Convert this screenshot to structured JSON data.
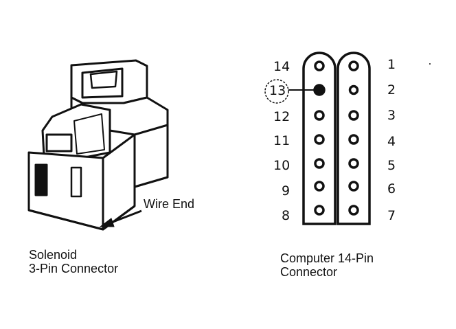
{
  "solenoid_connector": {
    "caption_line1": "Solenoid",
    "caption_line2": "3-Pin Connector",
    "wire_end_label": "Wire End"
  },
  "computer_connector": {
    "caption_line1": "Computer 14-Pin",
    "caption_line2": "Connector",
    "left_column_pins": [
      "14",
      "13",
      "12",
      "11",
      "10",
      "9",
      "8"
    ],
    "right_column_pins": [
      "1",
      "2",
      "3",
      "4",
      "5",
      "6",
      "7"
    ],
    "highlighted_pin": "13"
  }
}
